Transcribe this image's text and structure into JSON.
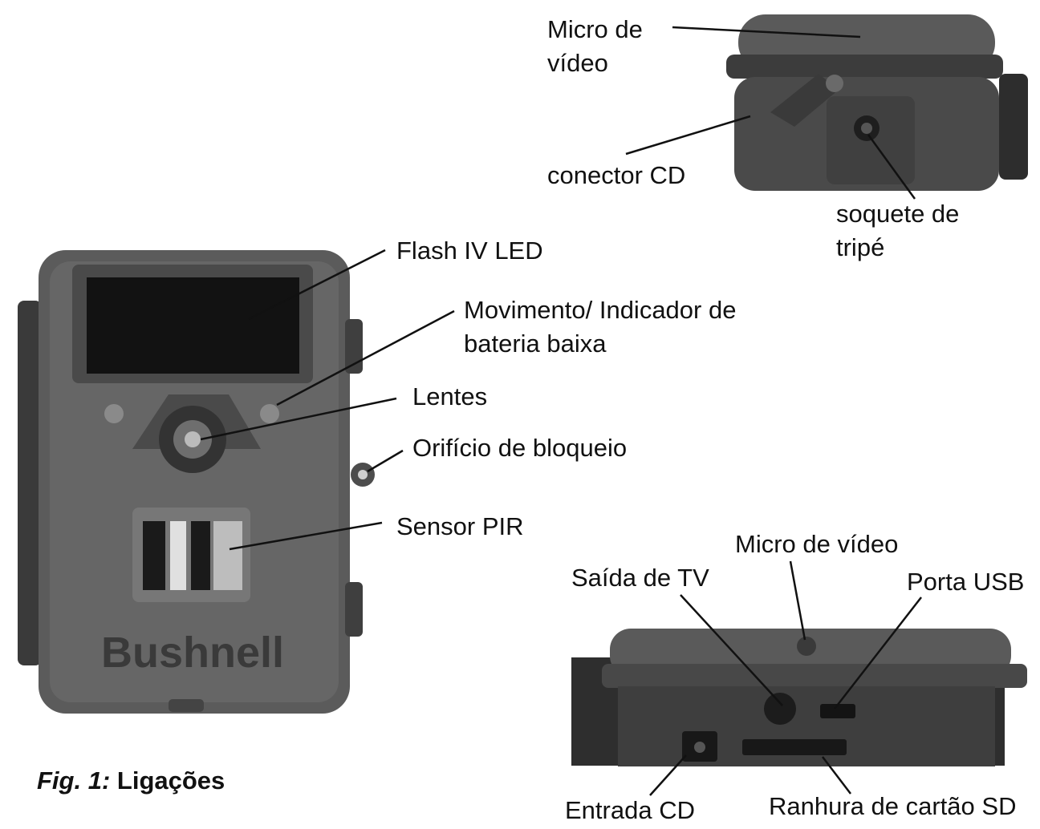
{
  "labels": {
    "micro_video_top_line1": "Micro de",
    "micro_video_top_line2": "vídeo",
    "conector_cd": "conector CD",
    "soquete_line1": "soquete de",
    "soquete_line2": "tripé",
    "flash": "Flash IV LED",
    "movimento_line1": "Movimento/ Indicador de",
    "movimento_line2": "bateria baixa",
    "lentes": "Lentes",
    "orificio": "Orifício de bloqueio",
    "sensor": "Sensor PIR",
    "micro_video_bottom": "Micro de vídeo",
    "saida_tv": "Saída de TV",
    "porta_usb": "Porta USB",
    "entrada_cd": "Entrada CD",
    "ranhura_sd": "Ranhura de cartão SD"
  },
  "brand_logo_text": "Bushnell",
  "caption": {
    "fig": "Fig. 1:",
    "text": " Ligações"
  }
}
